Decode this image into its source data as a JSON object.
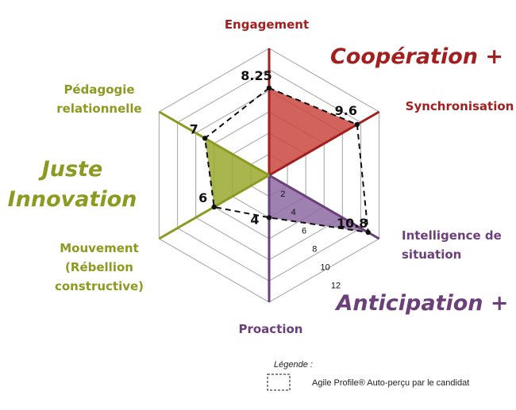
{
  "chart_data": {
    "type": "radar",
    "scale_max": 12,
    "tick_values": [
      2,
      4,
      6,
      8,
      10,
      12
    ],
    "tick_labels": [
      "2",
      "4",
      "6",
      "8",
      "10",
      "12"
    ],
    "axes": [
      {
        "label_lines": [
          "Engagement"
        ],
        "value": 8.25,
        "value_label": "8.25",
        "color": "#a31f1f"
      },
      {
        "label_lines": [
          "Synchronisation"
        ],
        "value": 9.6,
        "value_label": "9.6",
        "color": "#a31f1f"
      },
      {
        "label_lines": [
          "Intelligence de",
          "situation"
        ],
        "value": 10.8,
        "value_label": "10.8",
        "color": "#6b3f7a"
      },
      {
        "label_lines": [
          "Proaction"
        ],
        "value": 4,
        "value_label": "4",
        "color": "#6b3f7a"
      },
      {
        "label_lines": [
          "Mouvement",
          "(Rébellion",
          "constructive)"
        ],
        "value": 6,
        "value_label": "6",
        "color": "#8c9a20"
      },
      {
        "label_lines": [
          "Pédagogie",
          "relationnelle"
        ],
        "value": 7,
        "value_label": "7",
        "color": "#8c9a20"
      }
    ],
    "groups": [
      {
        "label_lines": [
          "Coopération +"
        ],
        "color": "#a31f1f",
        "fill": "#c9463f",
        "axes": [
          0,
          1
        ]
      },
      {
        "label_lines": [
          "Anticipation +"
        ],
        "color": "#6b3f7a",
        "fill": "#8d6aa3",
        "axes": [
          2,
          3
        ]
      },
      {
        "label_lines": [
          "Juste",
          "Innovation"
        ],
        "color": "#8c9a20",
        "fill": "#9aa82e",
        "axes": [
          4,
          5
        ]
      }
    ],
    "grid_color": "#b0b0b0"
  },
  "legend": {
    "title": "Légende :",
    "text": "Agile Profile® Auto-perçu par le candidat"
  }
}
